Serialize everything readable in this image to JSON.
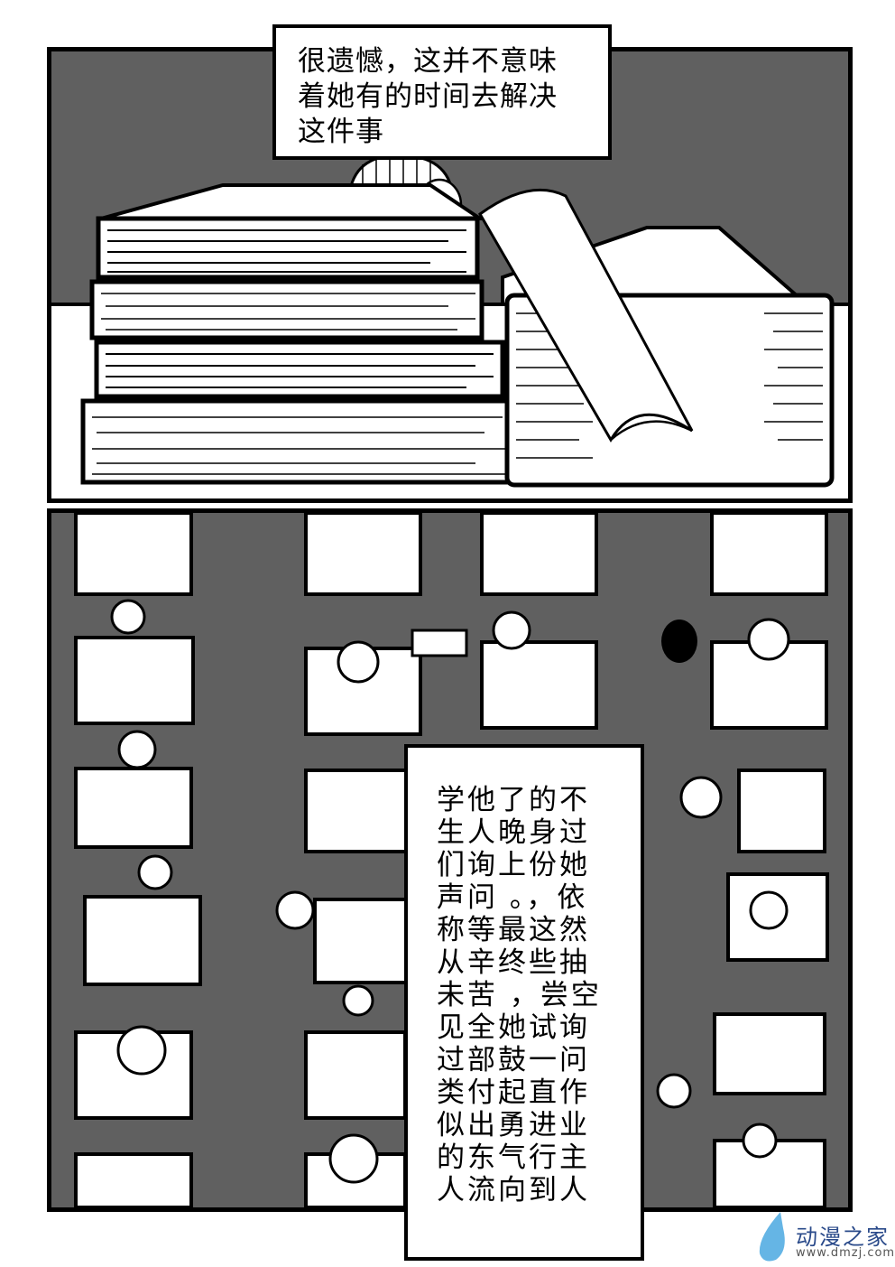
{
  "page": {
    "type": "manga-page",
    "background": "#ffffff",
    "panel_gray": "#606060"
  },
  "panel1": {
    "scene": "Girl peeking over a tall stack of thick books on a desk, turning a page of an open book",
    "caption": {
      "lines": [
        "很遗憾，这并不意味",
        "着她有的时间去解决",
        "这件事"
      ]
    }
  },
  "panel2": {
    "scene": "Top-down view of a library study hall with rows of desks, students reading and passing items",
    "caption": {
      "lines": [
        "学他了的不",
        "生人晚身过",
        "们询上份她",
        "声问 。，依",
        "称等最这然",
        "从辛终些抽",
        "未苦 ，尝空",
        "见全她试询",
        "过部鼓一问",
        "类付起直作",
        "似出勇进业",
        "的东气行主",
        "人流向到人"
      ]
    }
  },
  "watermark": {
    "title": "动漫之家",
    "url": "www.dmzj.com",
    "color": "#4aa8e0"
  }
}
